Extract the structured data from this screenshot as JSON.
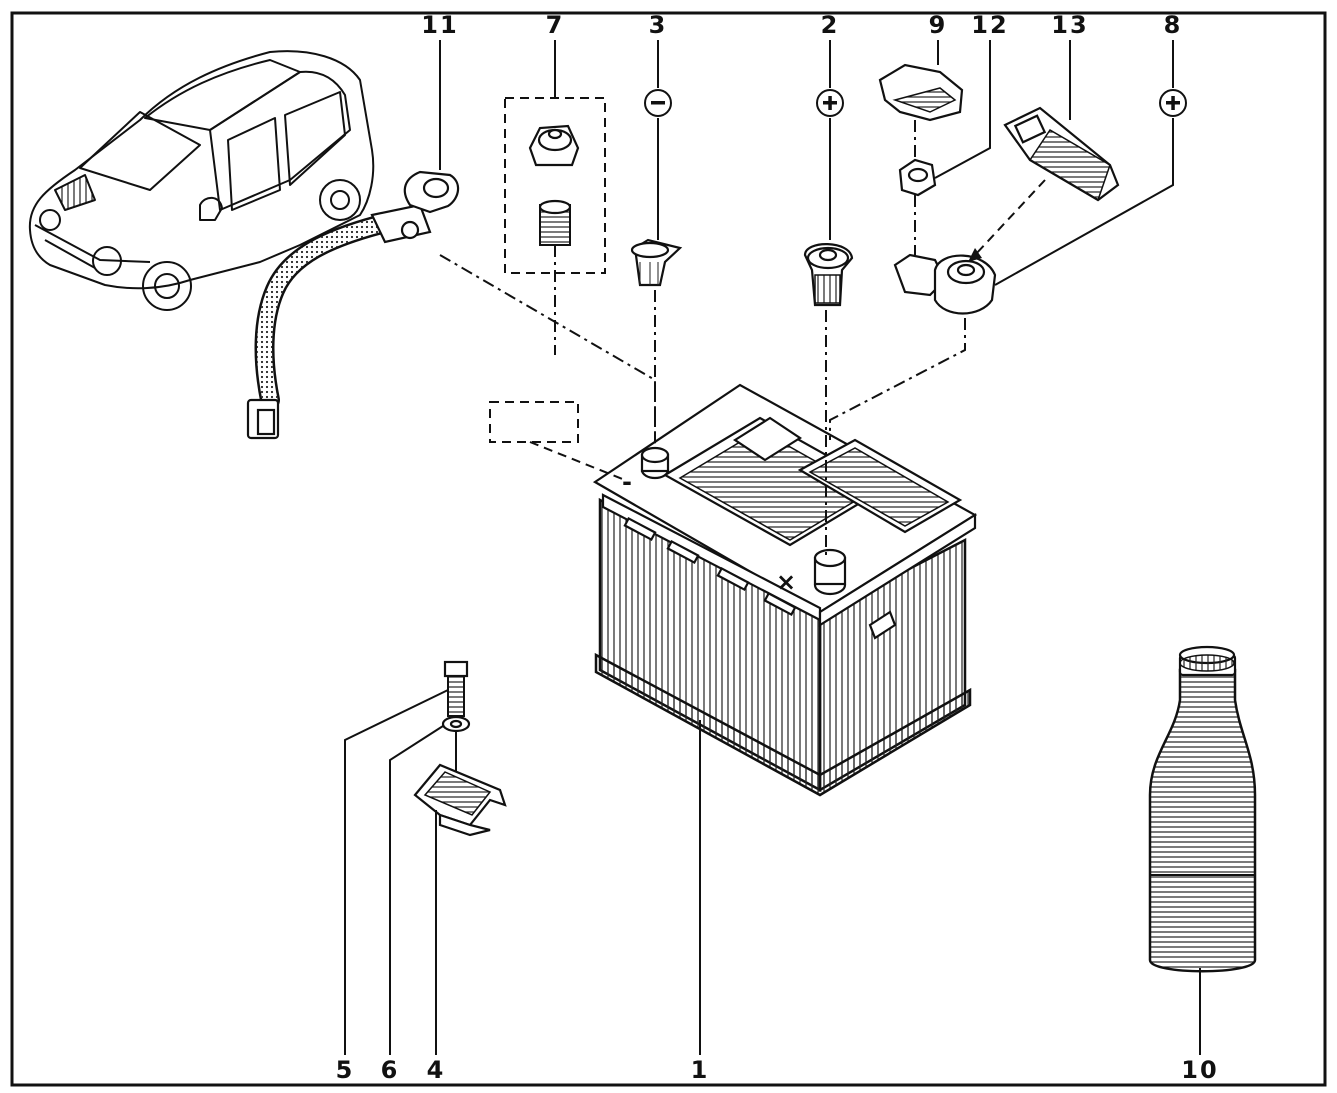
{
  "callouts": [
    {
      "id": "11",
      "label": "11"
    },
    {
      "id": "7",
      "label": "7"
    },
    {
      "id": "3",
      "label": "3"
    },
    {
      "id": "2",
      "label": "2"
    },
    {
      "id": "9",
      "label": "9"
    },
    {
      "id": "12",
      "label": "12"
    },
    {
      "id": "13",
      "label": "13"
    },
    {
      "id": "8",
      "label": "8"
    },
    {
      "id": "5",
      "label": "5"
    },
    {
      "id": "6",
      "label": "6"
    },
    {
      "id": "4",
      "label": "4"
    },
    {
      "id": "1",
      "label": "1"
    },
    {
      "id": "10",
      "label": "10"
    }
  ],
  "polarity": {
    "negative": "−",
    "positive_2": "+",
    "positive_8": "+"
  },
  "battery_mark": "×",
  "colors": {
    "ink": "#111111",
    "paper": "#ffffff"
  }
}
